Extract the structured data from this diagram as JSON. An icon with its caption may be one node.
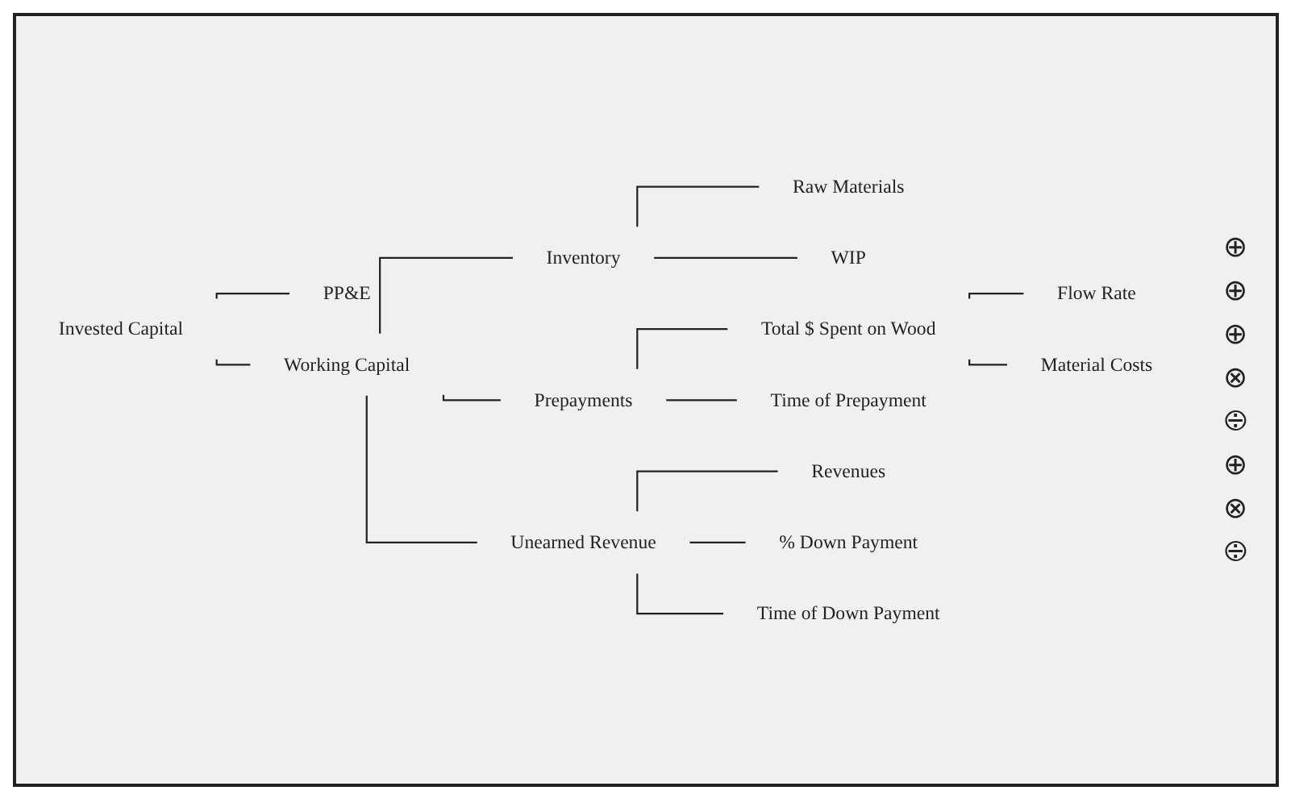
{
  "diagram": {
    "nodes": [
      {
        "text": [
          "Invested Capital"
        ]
      },
      {
        "text": [
          "PP&E"
        ]
      },
      {
        "text": [
          "Working Capital"
        ]
      },
      {
        "text": [
          "Inventory"
        ]
      },
      {
        "text": [
          "Prepayments"
        ]
      },
      {
        "text": [
          "Unearned Revenue"
        ]
      },
      {
        "text": [
          "Raw Materials"
        ]
      },
      {
        "text": [
          "WIP"
        ]
      },
      {
        "text": [
          "Total $ Spent on Wood"
        ]
      },
      {
        "text": [
          "Time of Prepayment"
        ]
      },
      {
        "text": [
          "Flow Rate"
        ]
      },
      {
        "text": [
          "Material Costs"
        ]
      },
      {
        "text": [
          "Revenues"
        ]
      },
      {
        "text": [
          "% Down Payment"
        ]
      },
      {
        "text": [
          "Time of Down Payment"
        ]
      }
    ],
    "edges": [
      {
        "from": 0,
        "to": 1,
        "arrow": "none"
      },
      {
        "from": 0,
        "to": 2,
        "arrow": "none"
      },
      {
        "from": 2,
        "to": 3,
        "arrow": "none"
      },
      {
        "from": 2,
        "to": 4,
        "arrow": "none"
      },
      {
        "from": 2,
        "to": 5,
        "arrow": "none"
      },
      {
        "from": 3,
        "to": 6,
        "arrow": "none"
      },
      {
        "from": 3,
        "to": 7,
        "arrow": "none"
      },
      {
        "from": 4,
        "to": 8,
        "arrow": "none"
      },
      {
        "from": 4,
        "to": 9,
        "arrow": "none"
      },
      {
        "from": 8,
        "to": 10,
        "arrow": "none"
      },
      {
        "from": 8,
        "to": 11,
        "arrow": "none"
      },
      {
        "from": 5,
        "to": 12,
        "arrow": "none"
      },
      {
        "from": 5,
        "to": 13,
        "arrow": "none"
      },
      {
        "from": 5,
        "to": 14,
        "arrow": "none"
      }
    ],
    "labels": [
      "⊕",
      "⊕",
      "⊕",
      "⊗",
      "⨸",
      "⊕",
      "⊗",
      "⨸"
    ]
  }
}
